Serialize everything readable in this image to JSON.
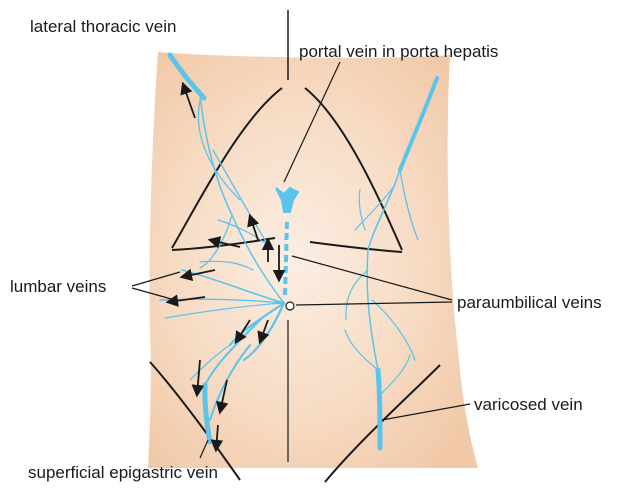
{
  "labels": {
    "lateral_thoracic": "lateral thoracic vein",
    "portal_vein": "portal vein in porta hepatis",
    "lumbar": "lumbar veins",
    "paraumbilical": "paraumbilical veins",
    "varicosed": "varicosed vein",
    "superficial_epigastric": "superficial epigastric vein"
  },
  "colors": {
    "skin": "#f4d3b6",
    "skin_center": "#fbeee3",
    "vein": "#5bc4ec",
    "outline": "#1a1a1a"
  }
}
